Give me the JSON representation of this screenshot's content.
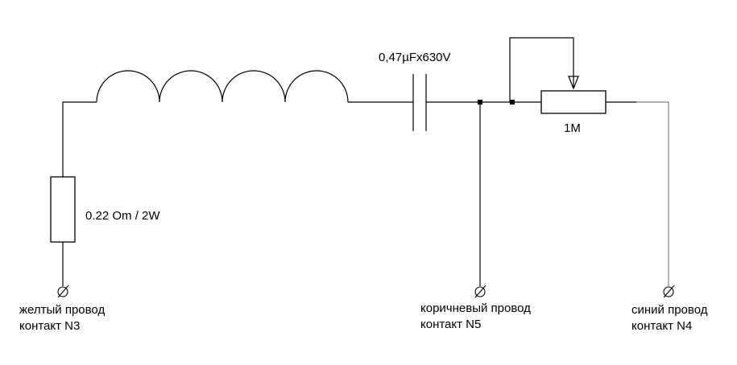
{
  "components": {
    "resistor": {
      "label": "0.22 Om / 2W"
    },
    "inductor": {
      "label": ""
    },
    "capacitor": {
      "label": "0,47µFx630V"
    },
    "potentiometer": {
      "label": "1M"
    }
  },
  "terminals": {
    "yellow": {
      "line1": "желтый провод",
      "line2": "контакт N3"
    },
    "brown": {
      "line1": "коричневый провод",
      "line2": "контакт N5"
    },
    "blue": {
      "line1": "синий провод",
      "line2": "контакт N4"
    }
  }
}
